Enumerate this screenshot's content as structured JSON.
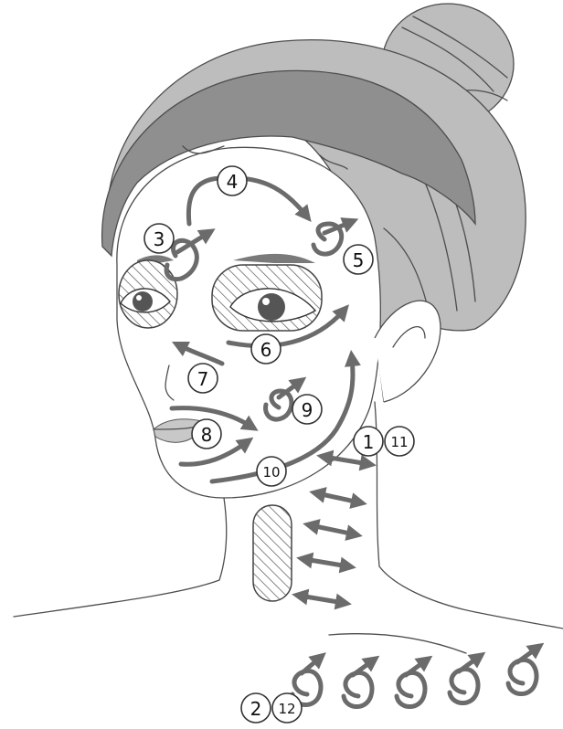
{
  "colors": {
    "hair": "#bdbdbd",
    "headband": "#8f8f8f",
    "arrow": "#6b6b6b",
    "outline": "#4d4d4d",
    "lips": "#c8c8c8"
  },
  "labels": {
    "step_1_11": [
      "1",
      "11"
    ],
    "step_2_12": [
      "2",
      "12"
    ],
    "step_3": "3",
    "step_4": "4",
    "step_5": "5",
    "step_6": "6",
    "step_7": "7",
    "step_8": "8",
    "step_9": "9",
    "step_10": "10"
  }
}
